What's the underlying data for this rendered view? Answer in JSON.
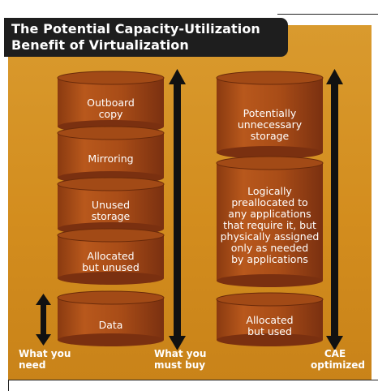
{
  "title": "The Potential Capacity-Utilization\nBenefit of Virtualization",
  "colors": {
    "panel": "#d3901f",
    "cylinder": "#b0521a",
    "cylinder_dark": "#6a2a0a",
    "arrow": "#111111",
    "text": "#ffffff"
  },
  "left_stack": {
    "segments": [
      {
        "label": "Outboard\ncopy"
      },
      {
        "label": "Mirroring"
      },
      {
        "label": "Unused\nstorage"
      },
      {
        "label": "Allocated\nbut unused"
      }
    ],
    "base": {
      "label": "Data"
    }
  },
  "right_stack": {
    "segments": [
      {
        "label": "Potentially\nunnecessary\nstorage"
      },
      {
        "label": "Logically\npreallocated to\nany applications\nthat require it, but\nphysically assigned\nonly as needed\nby applications"
      }
    ],
    "base": {
      "label": "Allocated\nbut used"
    }
  },
  "axis_labels": {
    "need": "What you\nneed",
    "buy": "What you\nmust buy",
    "cae": "CAE\noptimized"
  }
}
